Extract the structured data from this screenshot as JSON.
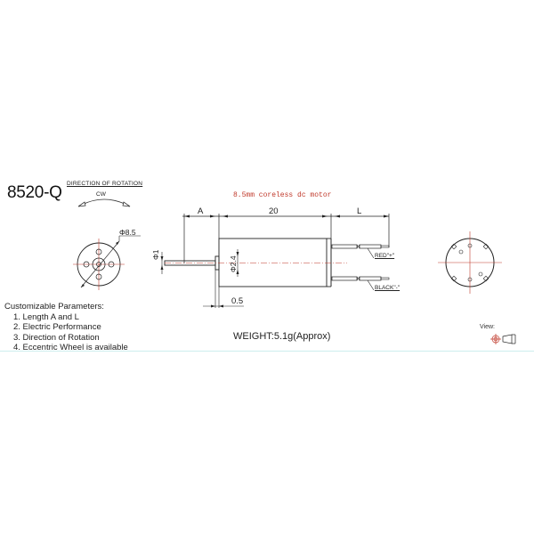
{
  "drawing": {
    "model": "8520-Q",
    "title": "8.5mm coreless dc motor",
    "rotation": {
      "label": "DIRECTION OF ROTATION",
      "direction": "CW"
    },
    "dimensions": {
      "A": "A",
      "body_length": "20",
      "L": "L",
      "diameter": "Φ8.5",
      "shaft_diameter": "Φ1",
      "boss_diameter": "Φ2.4",
      "boss_length": "0.5"
    },
    "leads": {
      "red": "RED\"+\"",
      "black": "BLACK\"-\""
    },
    "weight": "WEIGHT:5.1g(Approx)",
    "view_label": "View:",
    "colors": {
      "line": "#222222",
      "centerline": "#c0392b",
      "title": "#c0392b"
    }
  },
  "params": {
    "heading": "Customizable Parameters:",
    "items": [
      "1. Length A and L",
      "2. Electric Performance",
      "3. Direction of  Rotation",
      "4. Eccentric Wheel is available"
    ]
  }
}
